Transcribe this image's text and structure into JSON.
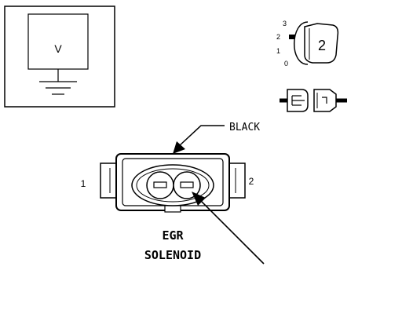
{
  "meter": {
    "label": "V"
  },
  "key_switch": {
    "positions": [
      "3",
      "2",
      "1",
      "0"
    ],
    "selected": "2"
  },
  "connector": {
    "wire_color": "BLACK",
    "pin_left": "1",
    "pin_right": "2",
    "title_line1": "EGR",
    "title_line2": "SOLENOID"
  }
}
